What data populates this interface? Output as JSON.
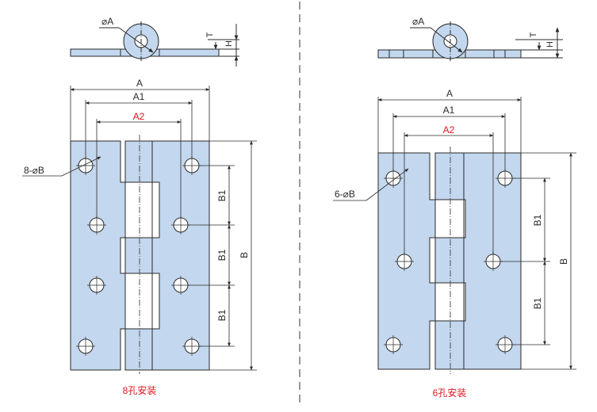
{
  "colors": {
    "plate_fill": "#c3d7ee",
    "line": "#2a2a2a",
    "red_label": "#e0141e",
    "center_line": "#444444"
  },
  "left": {
    "label_diam_a": "⌀A",
    "label_t": "T",
    "label_h": "H",
    "label_a": "A",
    "label_a1": "A1",
    "label_a2": "A2",
    "label_holes": "8-⌀B",
    "label_b1_top": "B1",
    "label_b1_mid": "B1",
    "label_b1_bot": "B1",
    "label_b": "B",
    "caption": "8孔安装"
  },
  "right": {
    "label_diam_a": "⌀A",
    "label_t": "T",
    "label_h": "H",
    "label_a": "A",
    "label_a1": "A1",
    "label_a2": "A2",
    "label_holes": "6-⌀B",
    "label_b1_top": "B1",
    "label_b1_bot": "B1",
    "label_b": "B",
    "caption": "6孔安装"
  }
}
